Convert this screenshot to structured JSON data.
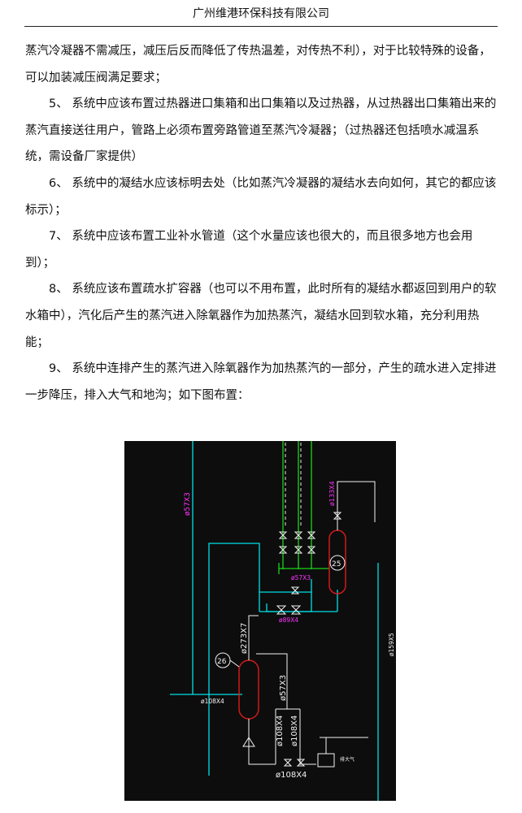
{
  "header": {
    "company": "广州维港环保科技有限公司"
  },
  "paragraphs": [
    {
      "text": "蒸汽冷凝器不需减压，减压后反而降低了传热温差，对传热不利），对于比较特殊的设备，可以加装减压阀满足要求；",
      "indent": false
    },
    {
      "text": "5、 系统中应该布置过热器进口集箱和出口集箱以及过热器，从过热器出口集箱出来的蒸汽直接送往用户，管路上必须布置旁路管道至蒸汽冷凝器；（过热器还包括喷水减温系统，需设备厂家提供）",
      "indent": true
    },
    {
      "text": "6、 系统中的凝结水应该标明去处（比如蒸汽冷凝器的凝结水去向如何，其它的都应该标示）；",
      "indent": true
    },
    {
      "text": "7、 系统中应该布置工业补水管道（这个水量应该也很大的，而且很多地方也会用到）；",
      "indent": true
    },
    {
      "text": "8、 系统应该布置疏水扩容器（也可以不用布置，此时所有的凝结水都返回到用户的软水箱中），汽化后产生的蒸汽进入除氧器作为加热蒸汽，凝结水回到软水箱，充分利用热能；",
      "indent": true
    },
    {
      "text": "9、 系统中连排产生的蒸汽进入除氧器作为加热蒸汽的一部分，产生的疏水进入定排进一步降压，排入大气和地沟；如下图布置：",
      "indent": true
    }
  ],
  "figure": {
    "labels": {
      "left_pipe": "ø57X3",
      "top_pipe": "ø133X4",
      "green_header": "ø57X3",
      "bypass": "ø89X4",
      "tank_a": "25",
      "tank_b": "26",
      "vent_pipe": "ø273X7",
      "mid_pipe": "ø57X3",
      "left_bottom": "ø108X4",
      "vert_a": "ø108X4",
      "vert_b": "ø108X4",
      "bottom_pipe": "ø108X4",
      "right_pipe": "ø159X5",
      "right_note": "排大气"
    },
    "colors": {
      "cyan": "#00e0e6",
      "green": "#19d419",
      "magenta": "#ff33ff",
      "red": "#d11a1a",
      "white": "#f2f2f2",
      "background": "#0d0d0d"
    }
  }
}
